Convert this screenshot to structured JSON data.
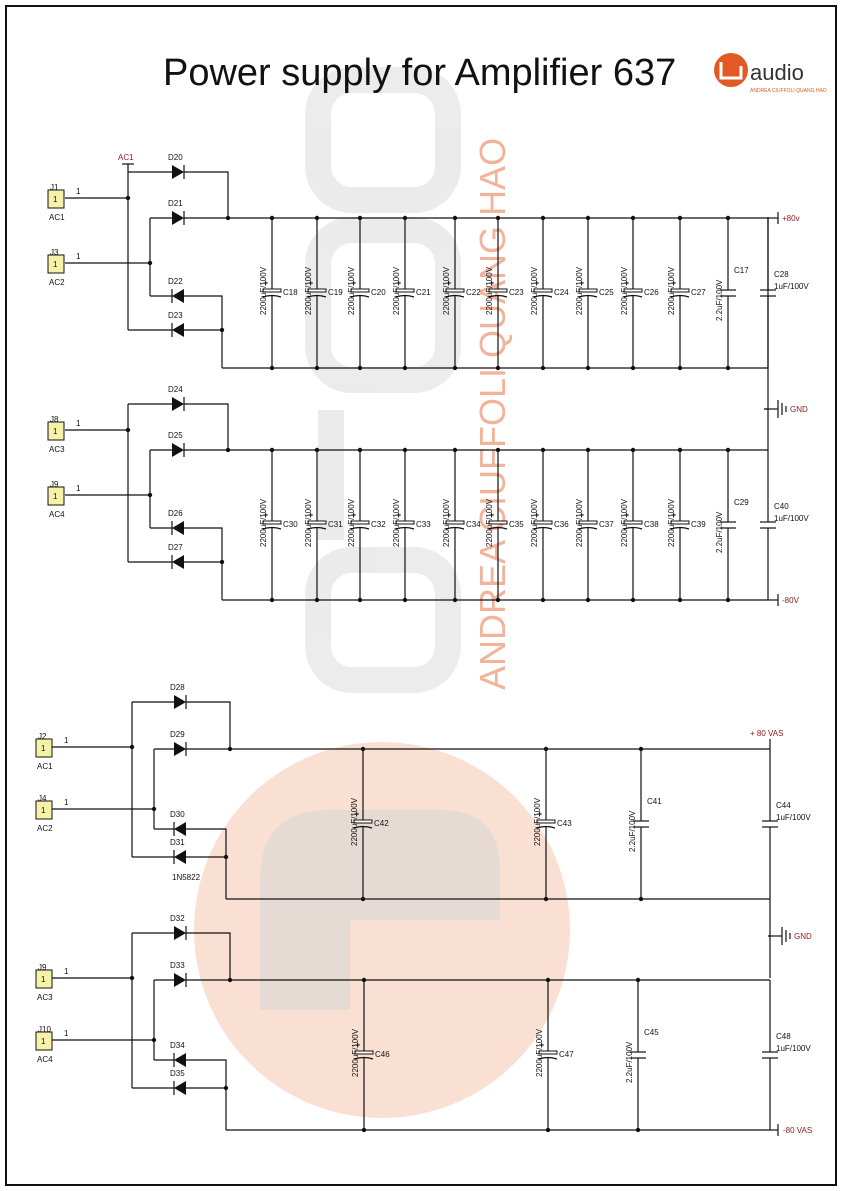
{
  "title": "Power supply for Amplifier 637",
  "logo": {
    "text": "audio",
    "sub": "ANDREA CIUFFOLI QUANG HAO",
    "color": "#e15a25"
  },
  "watermark": {
    "text": "ANDREA CIUFFOLI QUANG HAO",
    "color": "#f2b39a",
    "logo_color": "#c8c8c8",
    "circle_color": "#f8d4c4"
  },
  "blocks": [
    {
      "connectors": [
        {
          "ref": "J1",
          "net": "AC1",
          "pin": "1"
        },
        {
          "ref": "J3",
          "net": "AC2",
          "pin": "1"
        }
      ],
      "net_label": "AC1",
      "diodes": [
        "D20",
        "D21",
        "D22",
        "D23"
      ],
      "rail_label": "+80v",
      "caps": [
        {
          "ref": "C18",
          "value": "2200uF/100V",
          "polar": true
        },
        {
          "ref": "C19",
          "value": "2200uF/100V",
          "polar": true
        },
        {
          "ref": "C20",
          "value": "2200uF/100V",
          "polar": true
        },
        {
          "ref": "C21",
          "value": "2200uF/100V",
          "polar": true
        },
        {
          "ref": "C22",
          "value": "2200uF/100V",
          "polar": true
        },
        {
          "ref": "C23",
          "value": "2200uF/100V",
          "polar": true
        },
        {
          "ref": "C24",
          "value": "2200uF/100V",
          "polar": true
        },
        {
          "ref": "C25",
          "value": "2200uF/100V",
          "polar": true
        },
        {
          "ref": "C26",
          "value": "2200uF/100V",
          "polar": true
        },
        {
          "ref": "C27",
          "value": "2200uF/100V",
          "polar": true
        },
        {
          "ref": "C17",
          "value": "2.2uF/100V",
          "polar": false
        },
        {
          "ref": "C28",
          "value": "1uF/100V",
          "polar": false
        }
      ]
    },
    {
      "connectors": [
        {
          "ref": "J8",
          "net": "AC3",
          "pin": "1"
        },
        {
          "ref": "J9",
          "net": "AC4",
          "pin": "1"
        }
      ],
      "diodes": [
        "D24",
        "D25",
        "D26",
        "D27"
      ],
      "rail_label": "-80V",
      "caps": [
        {
          "ref": "C30",
          "value": "2200uF/100V",
          "polar": true
        },
        {
          "ref": "C31",
          "value": "2200uF/100V",
          "polar": true
        },
        {
          "ref": "C32",
          "value": "2200uF/100V",
          "polar": true
        },
        {
          "ref": "C33",
          "value": "2200uF/100V",
          "polar": true
        },
        {
          "ref": "C34",
          "value": "2200uF/100V",
          "polar": true
        },
        {
          "ref": "C35",
          "value": "2200uF/100V",
          "polar": true
        },
        {
          "ref": "C36",
          "value": "2200uF/100V",
          "polar": true
        },
        {
          "ref": "C37",
          "value": "2200uF/100V",
          "polar": true
        },
        {
          "ref": "C38",
          "value": "2200uF/100V",
          "polar": true
        },
        {
          "ref": "C39",
          "value": "2200uF/100V",
          "polar": true
        },
        {
          "ref": "C29",
          "value": "2.2uF/100V",
          "polar": false
        },
        {
          "ref": "C40",
          "value": "1uF/100V",
          "polar": false
        }
      ]
    },
    {
      "connectors": [
        {
          "ref": "J2",
          "net": "AC1",
          "pin": "1"
        },
        {
          "ref": "J4",
          "net": "AC2",
          "pin": "1"
        }
      ],
      "diodes": [
        "D28",
        "D29",
        "D30",
        "D31"
      ],
      "diode_part": "1N5822",
      "rail_label": "+ 80 VAS",
      "caps": [
        {
          "ref": "C42",
          "value": "2200uF/100V",
          "polar": true
        },
        {
          "ref": "C43",
          "value": "2200uF/100V",
          "polar": true
        },
        {
          "ref": "C41",
          "value": "2.2uF/100V",
          "polar": false
        },
        {
          "ref": "C44",
          "value": "1uF/100V",
          "polar": false
        }
      ]
    },
    {
      "connectors": [
        {
          "ref": "J9",
          "net": "AC3",
          "pin": "1"
        },
        {
          "ref": "J10",
          "net": "AC4",
          "pin": "1"
        }
      ],
      "diodes": [
        "D32",
        "D33",
        "D34",
        "D35"
      ],
      "rail_label": "-80 VAS",
      "caps": [
        {
          "ref": "C46",
          "value": "2200uF/100V",
          "polar": true
        },
        {
          "ref": "C47",
          "value": "2200uF/100V",
          "polar": true
        },
        {
          "ref": "C45",
          "value": "2.2uF/100V",
          "polar": false
        },
        {
          "ref": "C48",
          "value": "1uF/100V",
          "polar": false
        }
      ]
    }
  ],
  "gnd_labels": [
    "GND",
    "GND"
  ]
}
